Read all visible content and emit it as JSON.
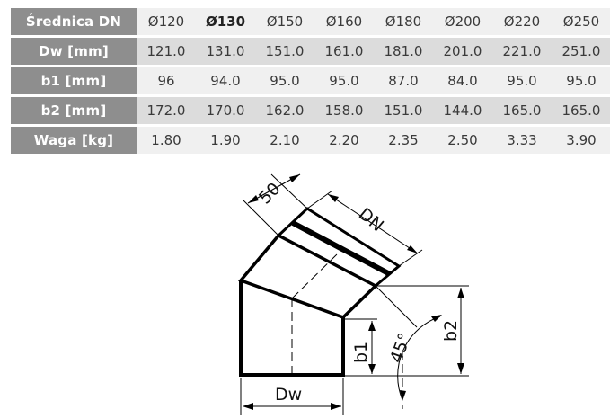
{
  "table": {
    "header_label": "Średnica DN",
    "diameters": [
      "Ø120",
      "Ø130",
      "Ø150",
      "Ø160",
      "Ø180",
      "Ø200",
      "Ø220",
      "Ø250"
    ],
    "selected_index": 1,
    "rows": [
      {
        "label": "Dw [mm]",
        "values": [
          "121.0",
          "131.0",
          "151.0",
          "161.0",
          "181.0",
          "201.0",
          "221.0",
          "251.0"
        ]
      },
      {
        "label": "b1 [mm]",
        "values": [
          "96",
          "94.0",
          "95.0",
          "95.0",
          "87.0",
          "84.0",
          "95.0",
          "95.0"
        ]
      },
      {
        "label": "b2 [mm]",
        "values": [
          "172.0",
          "170.0",
          "162.0",
          "158.0",
          "151.0",
          "144.0",
          "165.0",
          "165.0"
        ]
      },
      {
        "label": "Waga [kg]",
        "values": [
          "1.80",
          "1.90",
          "2.10",
          "2.20",
          "2.35",
          "2.50",
          "3.33",
          "3.90"
        ]
      }
    ]
  },
  "diagram": {
    "label_50": "50",
    "label_dn": "DN",
    "label_dw": "Dw",
    "label_b1": "b1",
    "label_b2": "b2",
    "label_angle": "45°"
  },
  "colors": {
    "header_bg": "#8e8e8e",
    "row_light": "#f0f0f0",
    "row_dark": "#dcdcdc"
  }
}
